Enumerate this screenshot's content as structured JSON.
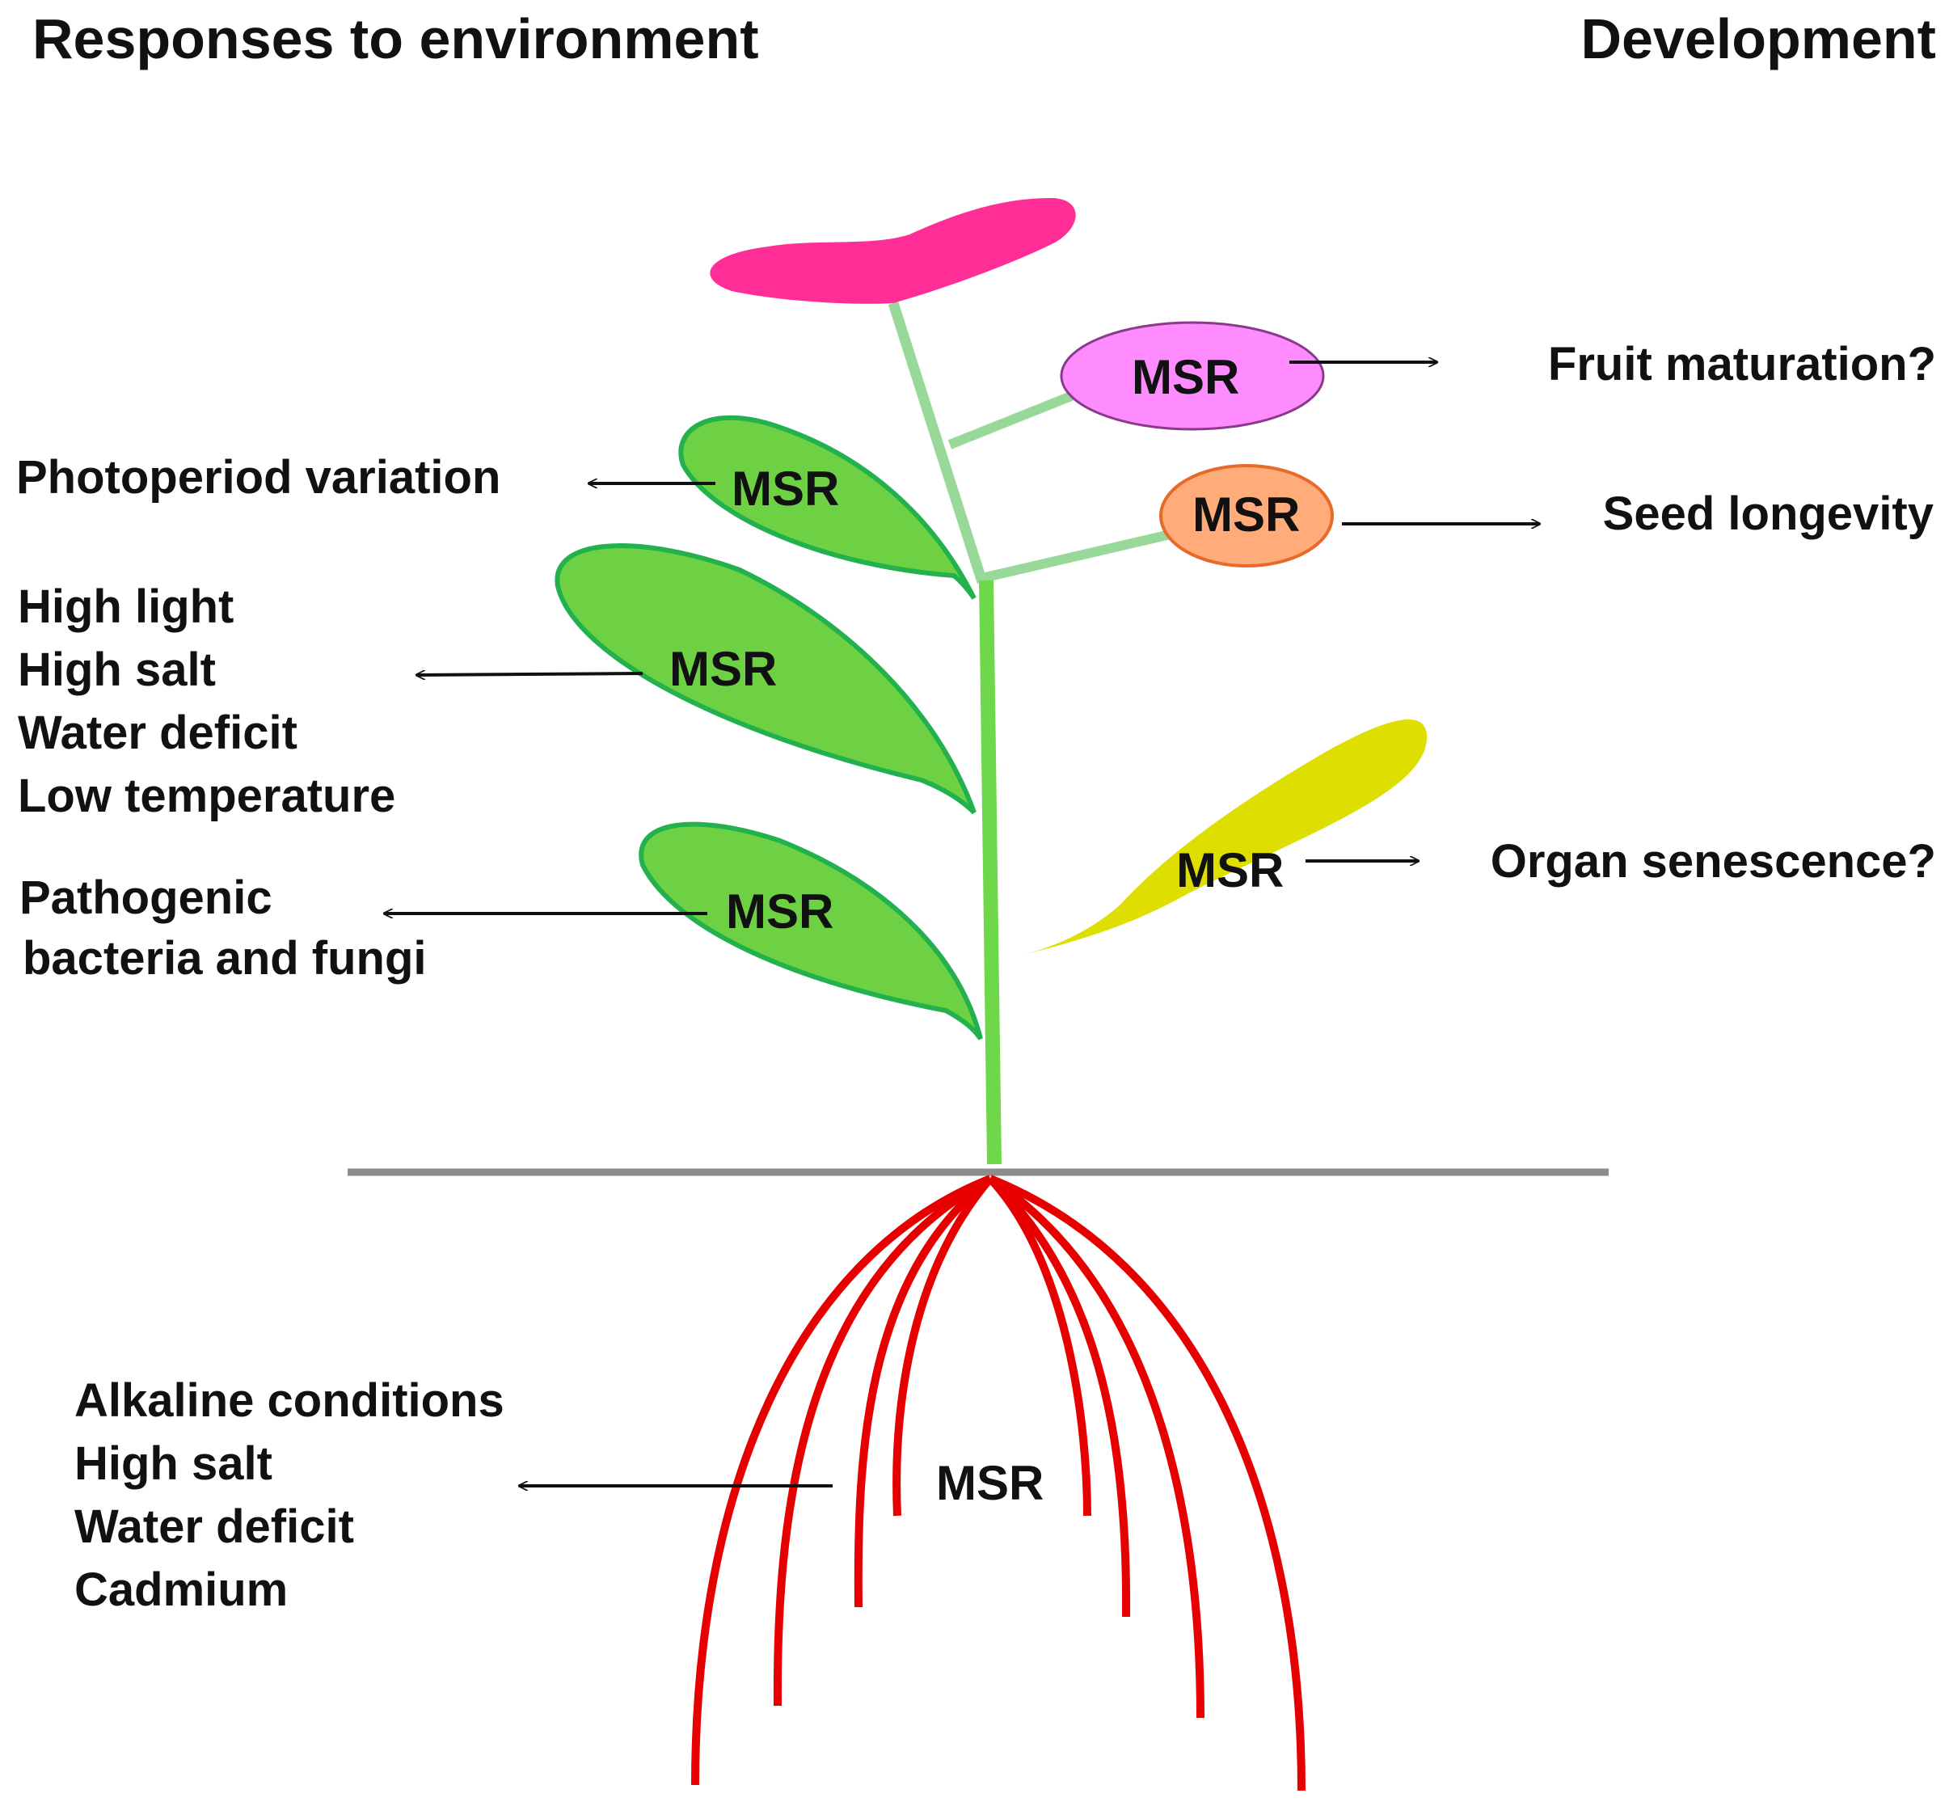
{
  "headings": {
    "left": "Responses to environment",
    "right": "Development"
  },
  "msr_label": "MSR",
  "environment_responses": {
    "upper_leaf": [
      "Photoperiod variation"
    ],
    "middle_leaf": [
      "High light",
      "High salt",
      "Water deficit",
      "Low temperature"
    ],
    "lower_leaf": [
      "Pathogenic",
      "bacteria and fungi"
    ],
    "roots": [
      "Alkaline conditions",
      "High salt",
      "Water deficit",
      "Cadmium"
    ]
  },
  "development": {
    "fruit": "Fruit maturation?",
    "seed": "Seed longevity",
    "senescent_leaf": "Organ senescence?"
  },
  "colors": {
    "flower": "#ff2d96",
    "upper_stem": "#98d898",
    "lower_stem": "#6ed84a",
    "green_leaf_fill": "#6ed043",
    "green_leaf_outline": "#22b14c",
    "fruit_fill": "#ff8cff",
    "fruit_outline": "#8a3a8a",
    "seed_fill": "#ffac7a",
    "seed_outline": "#e86a28",
    "senescent_leaf": "#dede00",
    "ground": "#8c8c8c",
    "roots": "#e60000"
  }
}
